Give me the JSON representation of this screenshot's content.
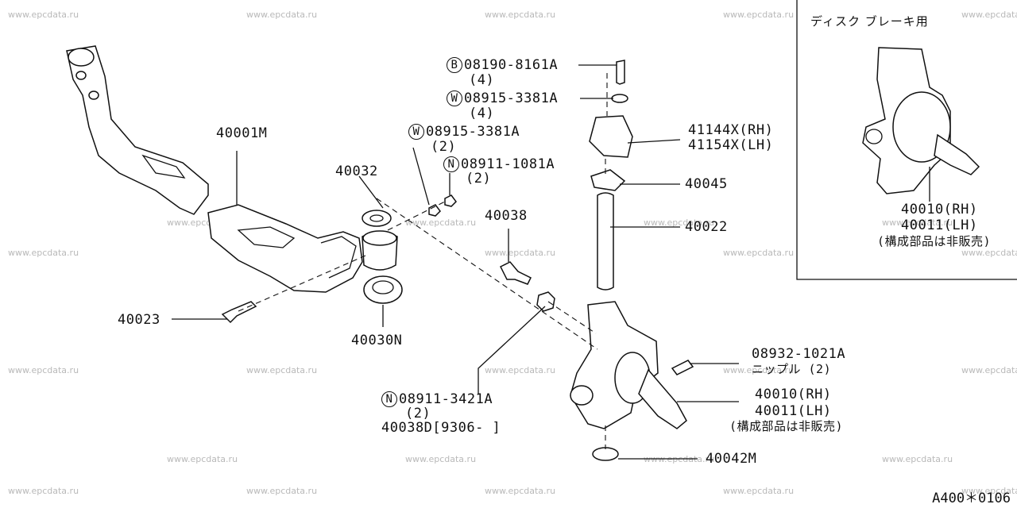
{
  "watermark_text": "www.epcdata.ru",
  "labels": {
    "p40001M": "40001M",
    "p40032": "40032",
    "p40023": "40023",
    "p40030N": "40030N",
    "p40038": "40038",
    "b_circle": "B",
    "b_part": "08190-8161A",
    "b_qty": "(4)",
    "w1_circle": "W",
    "w1_part": "08915-3381A",
    "w1_qty": "(4)",
    "w2_circle": "W",
    "w2_part": "08915-3381A",
    "w2_qty": "(2)",
    "n1_circle": "N",
    "n1_part": "08911-1081A",
    "n1_qty": "(2)",
    "n2_circle": "N",
    "n2_part": "08911-3421A",
    "n2_qty": "(2)",
    "p40038D": "40038D[9306-     ]",
    "p41144X": "41144X(RH)",
    "p41154X": "41154X(LH)",
    "p40045": "40045",
    "p40022": "40022",
    "p08932": "08932-1021A",
    "p08932_sub": "ニップル (2)",
    "p40010": "40010(RH)",
    "p40011": "40011(LH)",
    "p4001x_note": "(構成部品は非販売)",
    "p40042M": "40042M"
  },
  "inset": {
    "title": "ディスク  ブレーキ用",
    "p40010": "40010(RH)",
    "p40011": "40011(LH)",
    "note": "(構成部品は非販売)"
  },
  "page_id": "A400＊0106"
}
